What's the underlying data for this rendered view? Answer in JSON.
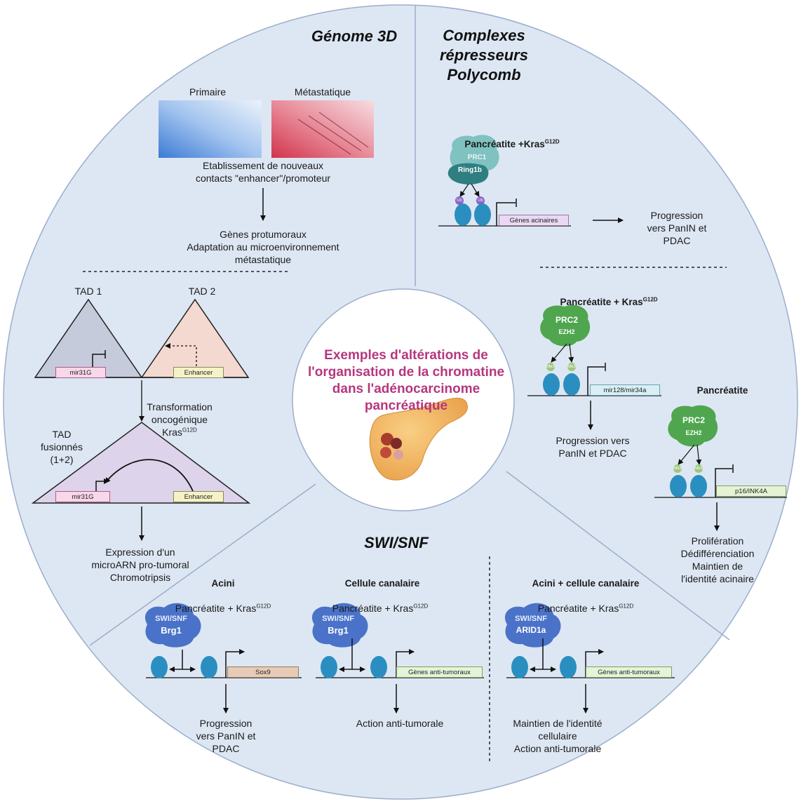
{
  "center": {
    "title": "Exemples d'altérations de\nl'organisation de la chromatine\ndans l'adénocarcinome\npancréatique"
  },
  "genome3d": {
    "title": "Génome 3D",
    "hic_primary": "Primaire",
    "hic_metastatic": "Métastatique",
    "contacts_text": "Etablissement de nouveaux\ncontacts \"enhancer\"/promoteur",
    "protumor_text": "Gènes protumoraux\nAdaptation au microenvironnement\nmétastatique",
    "tad1": "TAD 1",
    "tad2": "TAD 2",
    "mir31g": "mir31G",
    "enhancer": "Enhancer",
    "transformation": "Transformation\noncogénique\nKras",
    "kras_sup": "G12D",
    "tad_fused": "TAD\nfusionnés\n(1+2)",
    "expression_text": "Expression d'un\nmicroARN pro-tumoral\nChromotripsis"
  },
  "polycomb": {
    "title": "Complexes\nrépresseurs\nPolycomb",
    "cond1": "Pancréatite +Kras",
    "cond1_sup": "G12D",
    "prc1": "PRC1",
    "ring1b": "Ring1b",
    "ub": "Ub",
    "genes_acinaires": "Gènes acinaires",
    "progression1": "Progression\nvers PanIN et\nPDAC",
    "cond2": "Pancréatite + Kras",
    "cond2_sup": "G12D",
    "prc2": "PRC2",
    "ezh2": "EZH2",
    "me3": "Me3",
    "mir128": "mir128/mir34a",
    "progression2": "Progression vers\nPanIN et PDAC",
    "cond3": "Pancréatite",
    "p16": "p16/INK4A",
    "prolif": "Prolifération\nDédifférenciation\nMaintien de\nl'identité acinaire"
  },
  "swisnf": {
    "title": "SWI/SNF",
    "acini_title": "Acini",
    "acini_cond": "Pancréatite + Kras",
    "canal_title": "Cellule canalaire",
    "canal_cond": "Pancréatite + Kras",
    "mixed_title": "Acini + cellule canalaire",
    "mixed_cond": "Pancréatite + Kras",
    "sup": "G12D",
    "swisnf_label": "SWI/SNF",
    "brg1": "Brg1",
    "arid1a": "ARID1a",
    "sox9": "Sox9",
    "anti_genes": "Gènes anti-tumoraux",
    "progression": "Progression\nvers PanIN et\nPDAC",
    "action": "Action anti-tumorale",
    "maintien": "Maintien de l'identité\ncellulaire\nAction anti-tumorale"
  },
  "colors": {
    "panel_bg": "#dde7f3",
    "outline": "#9aaecb",
    "center_title": "#b5377e",
    "prc1": "#5f9fa0",
    "prc2": "#3f8f3f",
    "swisnf": "#4a72c8",
    "nucleosome": "#2a8fc0",
    "tad1": "#c6cbdc",
    "tad2": "#f4d9d0",
    "tad_fused": "#ddd3ea",
    "mir_box": "#f7d7e8",
    "enhancer_box": "#f6f2c8",
    "genes_acinaires_box": "#ead9f2",
    "mir128_box": "#d8eff5",
    "p16_box": "#e6f2d6",
    "sox9_box": "#e6ccb8",
    "anti_box": "#e4f4d8"
  }
}
